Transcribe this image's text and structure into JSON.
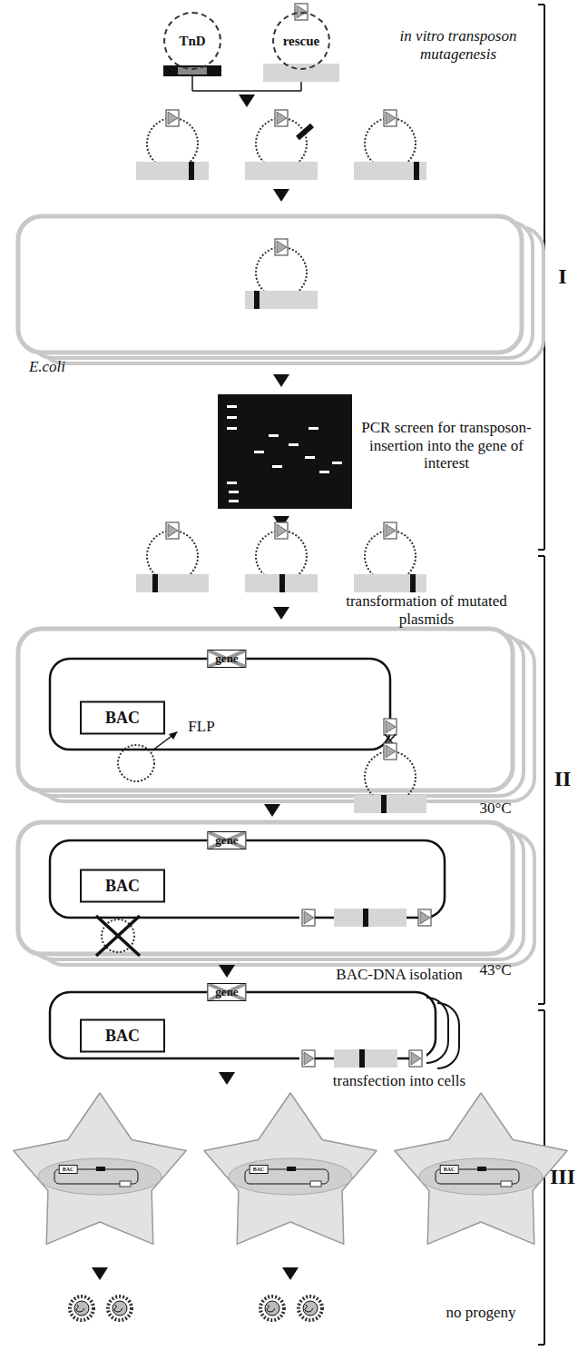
{
  "diagram": {
    "nodes": [
      {
        "text": [
          "TnD"
        ]
      },
      {
        "text": [
          "rescue"
        ]
      },
      {
        "text": [
          "gene"
        ]
      },
      {
        "text": [
          "BAC"
        ]
      },
      {
        "text": [
          "gene"
        ]
      },
      {
        "text": [
          "BAC"
        ]
      },
      {
        "text": [
          "gene"
        ]
      },
      {
        "text": [
          "BAC"
        ]
      },
      {
        "text": [
          "BAC"
        ]
      },
      {
        "text": [
          "BAC"
        ]
      },
      {
        "text": [
          "BAC"
        ]
      }
    ],
    "labels": [
      "in vitro transposon mutagenesis",
      "E.coli",
      "PCR screen for transposon-insertion into the gene of interest",
      "transformation of mutated plasmids",
      "FLP",
      "30°C",
      "43°C",
      "BAC-DNA isolation",
      "transfection into cells",
      "no progeny",
      "I",
      "II",
      "III"
    ]
  }
}
